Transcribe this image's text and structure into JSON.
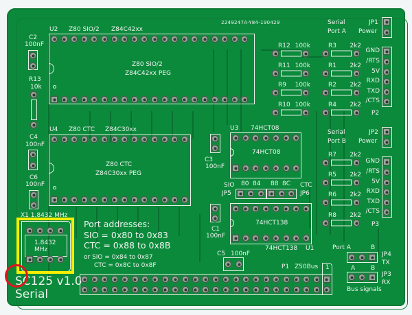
{
  "board": {
    "name": "SC125 v1.0",
    "subtitle": "Serial",
    "code": "2249247A-Y84-190429",
    "colors": {
      "pcb": "#0c8a3c",
      "silkscreen": "#eef3ee",
      "highlight_box": "#f5ee00",
      "highlight_circle": "#e0161a"
    }
  },
  "u2": {
    "ref": "U2",
    "name": "Z80 SIO/2",
    "part": "Z84C42xx",
    "body1": "Z80 SIO/2",
    "body2": "Z84C42xx PEG"
  },
  "u4": {
    "ref": "U4",
    "name": "Z80 CTC",
    "part": "Z84C30xx",
    "body1": "Z80 CTC",
    "body2": "Z84C30xx PEG"
  },
  "u3": {
    "ref": "U3",
    "part": "74HCT08",
    "body": "74HCT08"
  },
  "u1": {
    "ref": "U1",
    "part": "74HCT138",
    "body": "74HCT138"
  },
  "caps": {
    "c2": {
      "ref": "C2",
      "value": "100nF"
    },
    "c4": {
      "ref": "C4",
      "value": "100nF"
    },
    "c6": {
      "ref": "C6",
      "value": "100nF"
    },
    "c3": {
      "ref": "C3",
      "value": "100nF"
    },
    "c1": {
      "ref": "C1",
      "value": "100nF"
    },
    "c5": {
      "ref": "C5",
      "value": "100nF"
    }
  },
  "r13": {
    "ref": "R13",
    "value": "10k"
  },
  "crystal": {
    "label": "X1 1.8432 MHz",
    "body1": "1.8432",
    "body2": "MHz"
  },
  "addresses": {
    "title": "Port addresses:",
    "sio": "SIO = 0x80 to 0x83",
    "ctc": "CTC = 0x88 to 0x8B",
    "alt_sio": "or SIO = 0x84 to 0x87",
    "alt_ctc": "CTC = 0x8C to 0x8F"
  },
  "resistors_pullup": [
    {
      "ref": "R12",
      "value": "100k"
    },
    {
      "ref": "R11",
      "value": "100k"
    },
    {
      "ref": "R9",
      "value": "100k"
    },
    {
      "ref": "R10",
      "value": "100k"
    }
  ],
  "port_a": {
    "title1": "Serial",
    "title2": "Port A",
    "jumper": "JP1",
    "jumper_label": "Power",
    "resistors": [
      {
        "ref": "R3",
        "value": "2k2"
      },
      {
        "ref": "R1",
        "value": "2k2"
      },
      {
        "ref": "R2",
        "value": "2k2"
      },
      {
        "ref": "R4",
        "value": "2k2"
      }
    ],
    "pins": [
      "GND",
      "/RTS",
      "5V",
      "RXD",
      "TXD",
      "/CTS"
    ],
    "connector": "P2"
  },
  "port_b": {
    "title1": "Serial",
    "title2": "Port B",
    "jumper": "JP2",
    "jumper_label": "Power",
    "resistors": [
      {
        "ref": "R7",
        "value": "2k2"
      },
      {
        "ref": "R5",
        "value": "2k2"
      },
      {
        "ref": "R6",
        "value": "2k2"
      },
      {
        "ref": "R8",
        "value": "2k2"
      }
    ],
    "pins": [
      "GND",
      "/RTS",
      "5V",
      "RXD",
      "TXD",
      "/CTS"
    ],
    "connector": "P3"
  },
  "address_jumpers": {
    "sio": "SIO",
    "jp5": "JP5",
    "a1": "80",
    "a2": "84",
    "a3": "88",
    "a4": "8C",
    "ctc": "CTC",
    "jp6": "JP6"
  },
  "bus": {
    "ref": "P1",
    "name": "Z50Bus",
    "pin1": "1"
  },
  "bus_jumpers": {
    "port_a": "Port A",
    "b1": "B",
    "jp4": "JP4",
    "tx": "TX",
    "a": "A",
    "b2": "B",
    "jp3": "JP3",
    "rx": "RX",
    "caption": "Bus signals"
  }
}
